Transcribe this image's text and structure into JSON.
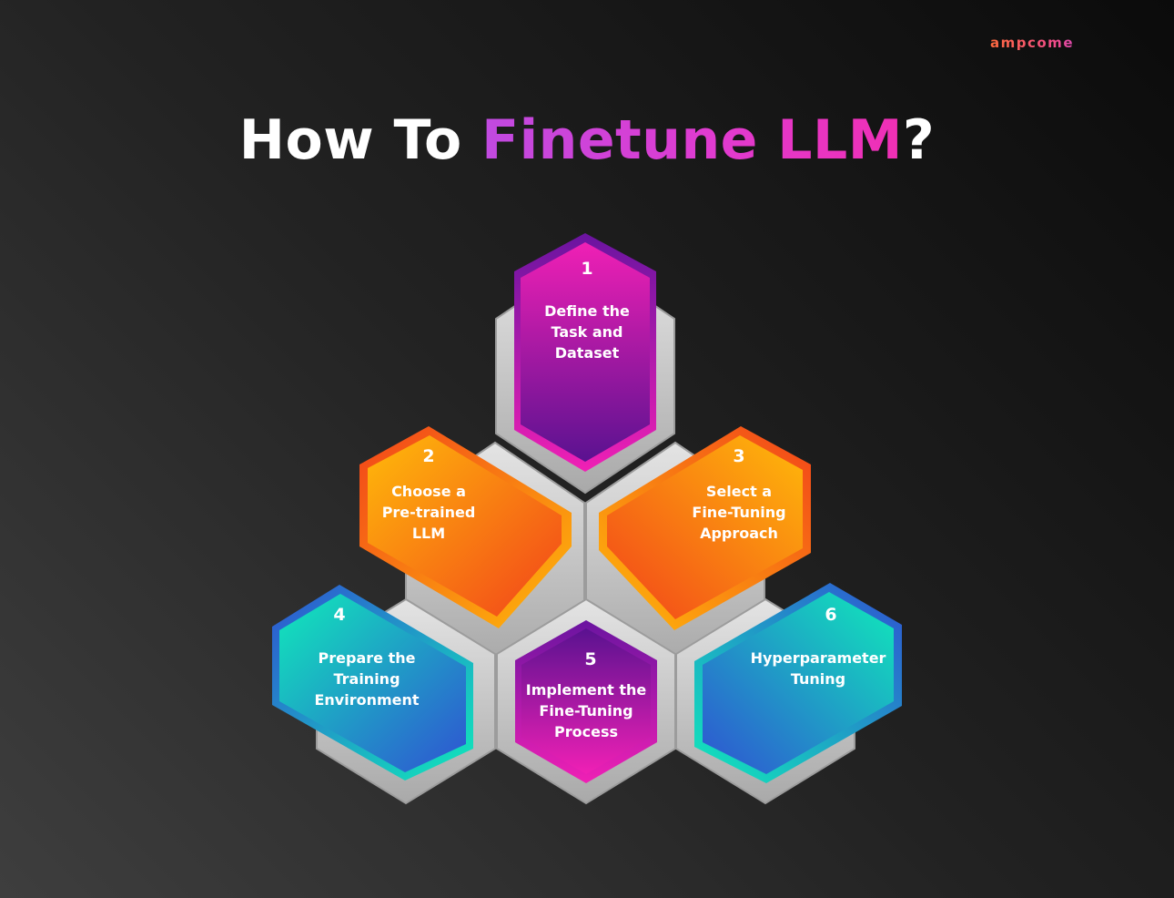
{
  "brand": "ampcome",
  "title": {
    "prefix": "How To ",
    "highlight": "Finetune LLM",
    "suffix": "?"
  },
  "colors": {
    "magenta": "#f020b5",
    "purple": "#5a1290",
    "orange": "#f2431a",
    "amber": "#ffba0a",
    "teal": "#10eaba",
    "blue": "#2f52d2",
    "frame": "#c9c9c9"
  },
  "steps": [
    {
      "number": "1",
      "label": "Define the\nTask and\nDataset",
      "theme": "magenta"
    },
    {
      "number": "2",
      "label": "Choose a\nPre-trained\nLLM",
      "theme": "orange"
    },
    {
      "number": "3",
      "label": "Select a\nFine-Tuning\nApproach",
      "theme": "orange"
    },
    {
      "number": "4",
      "label": "Prepare the\nTraining\nEnvironment",
      "theme": "teal"
    },
    {
      "number": "5",
      "label": "Implement the\nFine-Tuning\nProcess",
      "theme": "magenta"
    },
    {
      "number": "6",
      "label": "Hyperparameter\nTuning",
      "theme": "teal"
    }
  ]
}
